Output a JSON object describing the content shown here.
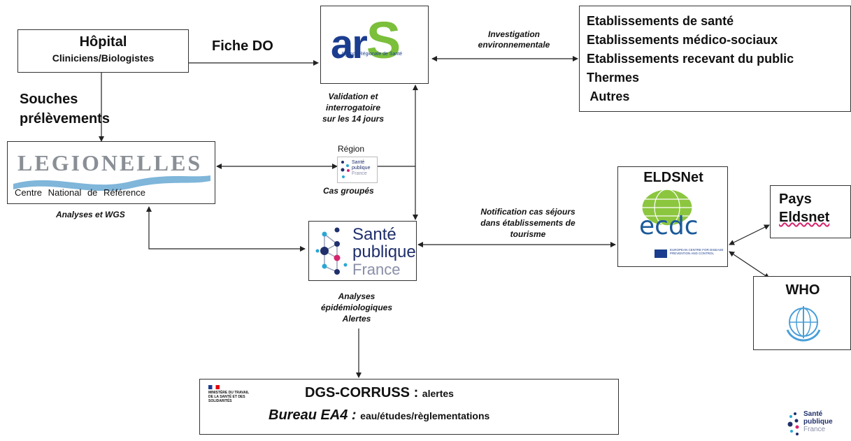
{
  "hospital": {
    "title": "Hôpital",
    "subtitle": "Cliniciens/Biologistes"
  },
  "fiche_do": "Fiche DO",
  "souches": {
    "line1": "Souches",
    "line2": "prélèvements"
  },
  "ars": {
    "logo_text": "ar",
    "logo_s": "S",
    "tagline": "Agence Régionale de Santé"
  },
  "investigation": {
    "line1": "Investigation",
    "line2": "environnementale"
  },
  "establishments": [
    "Etablissements de santé",
    "Etablissements médico-sociaux",
    "Etablissements recevant du public",
    "Thermes",
    " Autres"
  ],
  "validation": {
    "line1": "Validation et",
    "line2": "interrogatoire",
    "line3": "sur les 14 jours"
  },
  "legionelles": {
    "title": "LEGIONELLES",
    "subtitle": "Centre National de Référence"
  },
  "analyses_wgs": "Analyses et WGS",
  "region": {
    "label": "Région",
    "logo": [
      "Santé",
      "publique",
      "France"
    ],
    "caption": "Cas groupés"
  },
  "spf_center": {
    "line1": "Santé",
    "line2": "publique",
    "line3": "France"
  },
  "notification": {
    "line1": "Notification cas séjours",
    "line2": "dans établissements de",
    "line3": "tourisme"
  },
  "analyses_epi": {
    "line1": "Analyses",
    "line2": "épidémiologiques",
    "line3": "Alertes"
  },
  "eldsnet": {
    "title": "ELDSNet",
    "logo": "ecdc",
    "eu_text": "EUROPEAN CENTRE FOR DISEASE PREVENTION AND CONTROL"
  },
  "pays": {
    "line1": "Pays",
    "line2": "Eldsnet"
  },
  "who": {
    "title": "WHO"
  },
  "ministere": {
    "text": "MINISTÈRE DU TRAVAIL DE LA SANTÉ ET DES SOLIDARITÉS"
  },
  "dgs": {
    "line1_main": "DGS-CORRUSS : ",
    "line1_suffix": "alertes",
    "line2_main": "Bureau EA4 : ",
    "line2_suffix": "eau/études/règlementations"
  },
  "corner_logo": {
    "line1": "Santé",
    "line2": "publique",
    "line3": "France"
  },
  "colors": {
    "ars_blue": "#1b3d8f",
    "ars_green": "#7bbf3a",
    "spf_navy": "#1f2f6b",
    "spf_pink": "#d6246e",
    "spf_cyan": "#2aa6d6"
  }
}
